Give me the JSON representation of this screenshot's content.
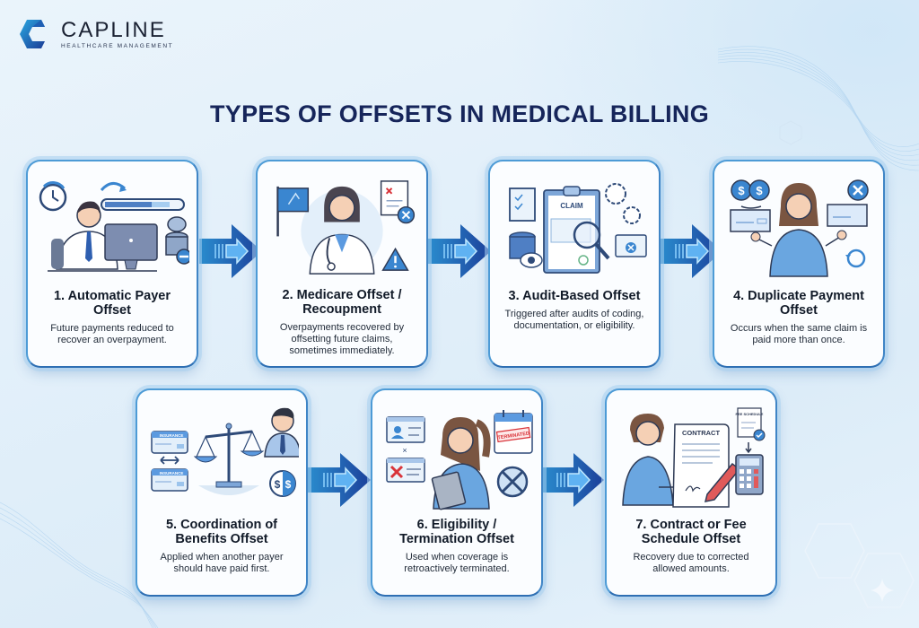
{
  "brand": {
    "name": "CAPLINE",
    "subtitle": "HEALTHCARE MANAGEMENT",
    "colors": {
      "primary": "#1e4fa8",
      "accent": "#2c9ad9",
      "dark": "#16255a"
    }
  },
  "title": "TYPES OF OFFSETS IN MEDICAL BILLING",
  "cards": [
    {
      "number": 1,
      "title": "1. Automatic Payer Offset",
      "description": "Future payments reduced to recover an overpayment.",
      "icon": "payer-at-computer-icon"
    },
    {
      "number": 2,
      "title": "2. Medicare Offset / Recoupment",
      "description": "Overpayments recovered by offsetting future claims, sometimes immediately.",
      "icon": "doctor-flag-warning-icon"
    },
    {
      "number": 3,
      "title": "3. Audit-Based Offset",
      "description": "Triggered after audits of coding, documentation, or eligibility.",
      "icon": "claim-audit-magnifier-icon",
      "claim_label": "CLAIM"
    },
    {
      "number": 4,
      "title": "4. Duplicate Payment Offset",
      "description": "Occurs when the same claim is paid more than once.",
      "icon": "duplicate-checks-icon"
    },
    {
      "number": 5,
      "title": "5. Coordination of Benefits Offset",
      "description": "Applied when another payer should have paid first.",
      "icon": "insurance-scale-icon",
      "card_label": "INSURANCE"
    },
    {
      "number": 6,
      "title": "6. Eligibility / Termination Offset",
      "description": "Used when coverage is retroactively terminated.",
      "icon": "terminated-coverage-icon",
      "stamp_label": "TERMINATED"
    },
    {
      "number": 7,
      "title": "7. Contract or Fee Schedule Offset",
      "description": "Recovery due to corrected allowed amounts.",
      "icon": "contract-calculator-icon",
      "contract_label": "CONTRACT",
      "schedule_label": "FEE SCHEDULE"
    }
  ]
}
